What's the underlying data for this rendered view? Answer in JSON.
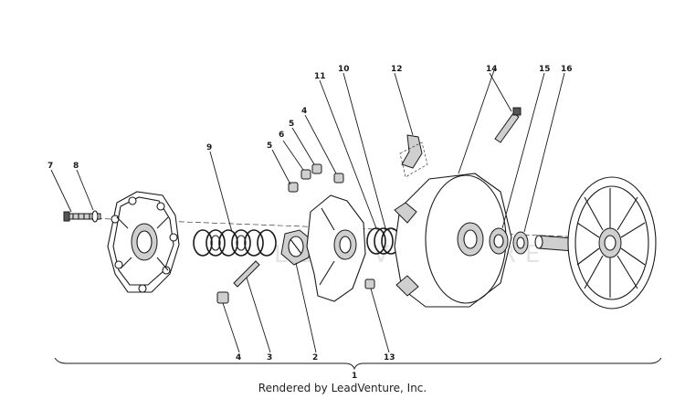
{
  "diagram": {
    "callouts": {
      "c1": "1",
      "c2": "2",
      "c3": "3",
      "c4a": "4",
      "c4b": "4",
      "c5a": "5",
      "c5b": "5",
      "c6": "6",
      "c7": "7",
      "c8": "8",
      "c9": "9",
      "c10": "10",
      "c11": "11",
      "c12": "12",
      "c13": "13",
      "c14": "14",
      "c15": "15",
      "c16": "16"
    },
    "watermark": "LEADVENTURE"
  },
  "caption": "Rendered by LeadVenture, Inc."
}
